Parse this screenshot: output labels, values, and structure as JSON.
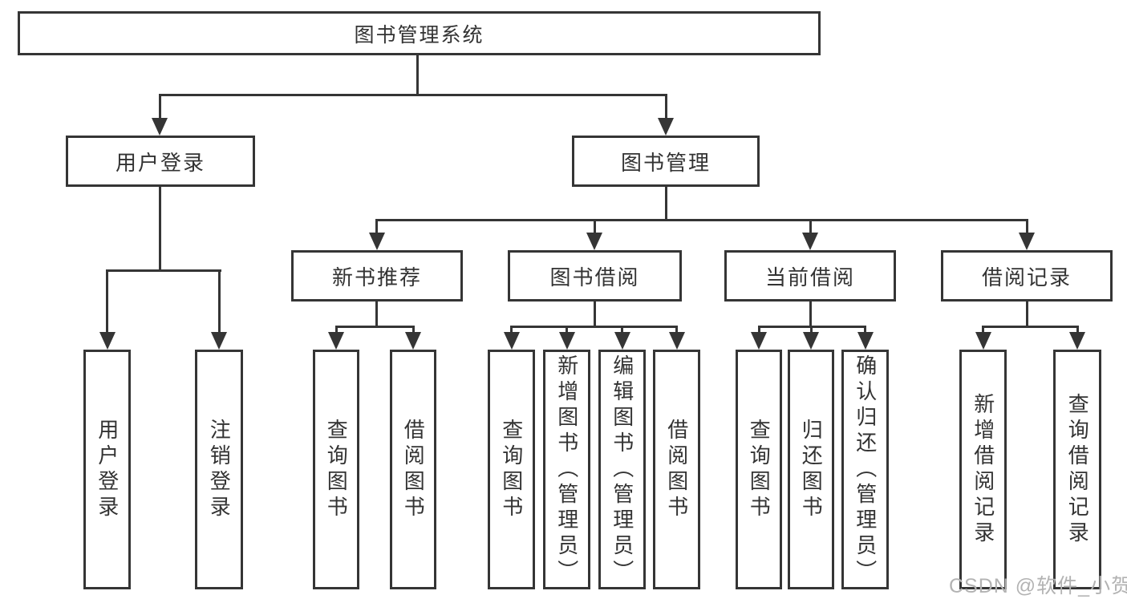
{
  "diagram": {
    "root": {
      "label": "图书管理系统"
    },
    "level2": [
      {
        "label": "用户登录"
      },
      {
        "label": "图书管理"
      }
    ],
    "level3": [
      {
        "label": "新书推荐"
      },
      {
        "label": "图书借阅"
      },
      {
        "label": "当前借阅"
      },
      {
        "label": "借阅记录"
      }
    ],
    "leaves": {
      "user_login": [
        {
          "label": "用户登录"
        },
        {
          "label": "注销登录"
        }
      ],
      "new_book": [
        {
          "label": "查询图书"
        },
        {
          "label": "借阅图书"
        }
      ],
      "book_borrow": [
        {
          "label": "查询图书"
        },
        {
          "label": "新增图书（管理员）"
        },
        {
          "label": "编辑图书（管理员）"
        },
        {
          "label": "借阅图书"
        }
      ],
      "current_borrow": [
        {
          "label": "查询图书"
        },
        {
          "label": "归还图书"
        },
        {
          "label": "确认归还（管理员）"
        }
      ],
      "borrow_record": [
        {
          "label": "新增借阅记录"
        },
        {
          "label": "查询借阅记录"
        }
      ]
    },
    "colors": {
      "line": "#353535",
      "text": "#333333",
      "background": "#ffffff",
      "watermark": "#b3b3b3"
    }
  },
  "watermark": {
    "text": "CSDN @软件_小贺同学"
  }
}
